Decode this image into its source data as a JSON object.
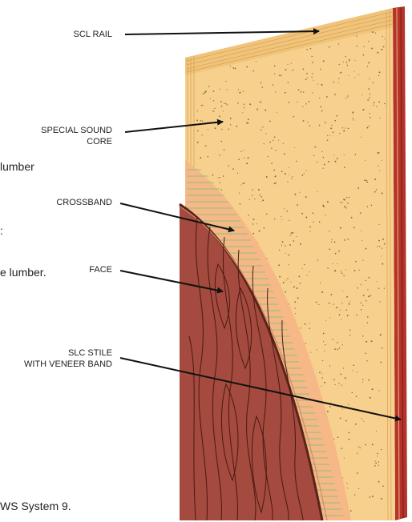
{
  "labels": {
    "scl_rail": "SCL  RAIL",
    "special_sound_core_line1": "SPECIAL SOUND",
    "special_sound_core_line2": "CORE",
    "crossband": "CROSSBAND",
    "face": "FACE",
    "slc_stile_line1": "SLC STILE",
    "slc_stile_line2": "WITH VENEER BAND"
  },
  "clipped_text": [
    "lumber",
    ":",
    "e lumber.",
    "WS System 9."
  ],
  "colors": {
    "core": "#f7d08e",
    "core_speckle": "#8a6a3a",
    "rail_edge": "#e9b86a",
    "crossband": "#f6b887",
    "crossband_lines": "#8fbf7a",
    "face": "#a44a3e",
    "face_grain": "#4a1a12",
    "stile": "#b4332a",
    "arrow": "#111111"
  }
}
